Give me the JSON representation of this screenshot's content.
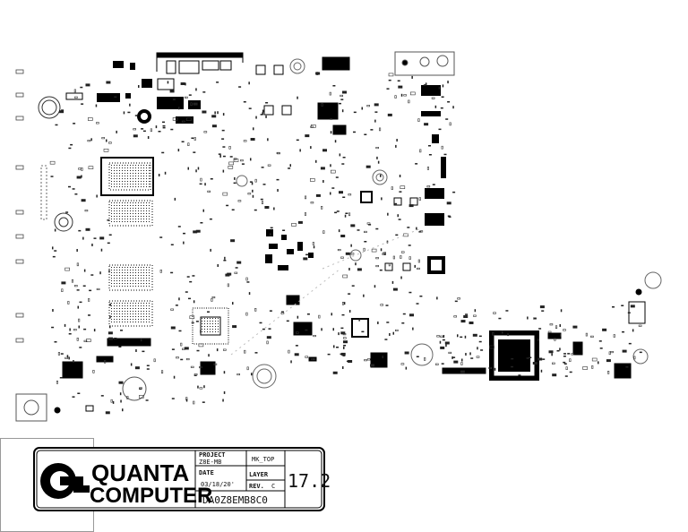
{
  "title_block": {
    "logo_line1": "QUANTA",
    "logo_line2": "COMPUTER",
    "project_label": "PROJECT",
    "project_value": "Z8E-MB",
    "date_label": "DATE",
    "date_value": "03/18/20'",
    "layer_label": "LAYER",
    "layer_value": "MK_TOP",
    "rev_label": "REV.",
    "rev_value": "C",
    "board_number": "DA0Z8EMB8C0",
    "version": "17.2"
  },
  "chip_labels": {
    "ram_module": "▪▪▪"
  }
}
